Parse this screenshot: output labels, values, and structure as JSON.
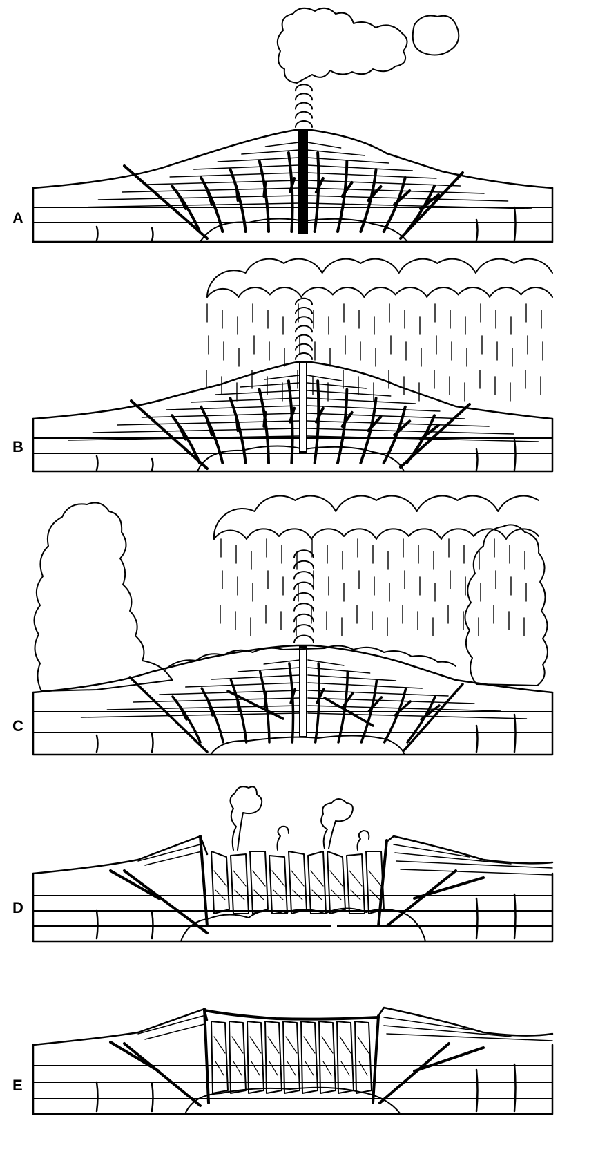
{
  "diagram": {
    "panels": [
      {
        "label": "A",
        "stage": "eruption"
      },
      {
        "label": "B",
        "stage": "rain"
      },
      {
        "label": "C",
        "stage": "collapse-start"
      },
      {
        "label": "D",
        "stage": "caldera-forming"
      },
      {
        "label": "E",
        "stage": "caldera-filled"
      }
    ]
  },
  "colors": {
    "ink": "#000000",
    "paper": "#ffffff"
  }
}
